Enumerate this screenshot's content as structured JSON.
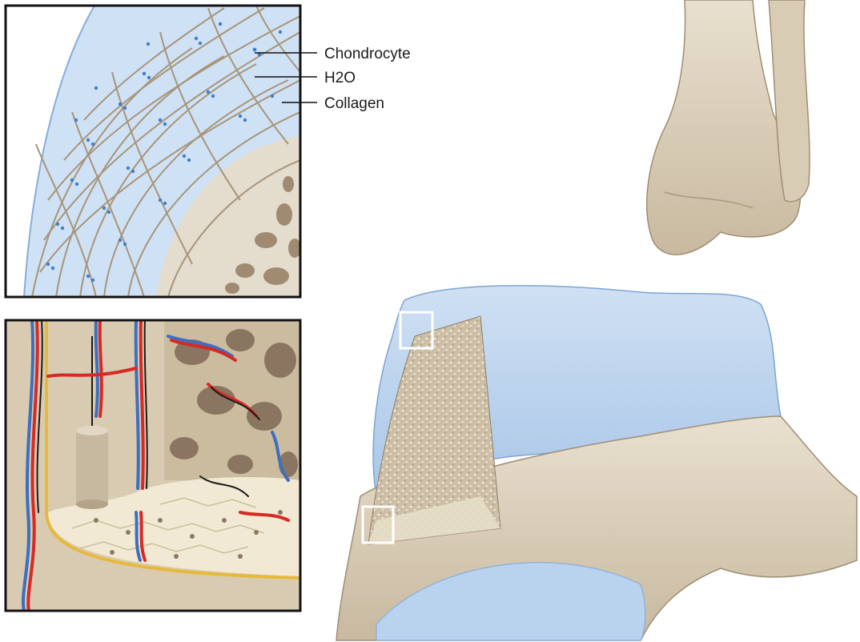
{
  "labels": {
    "chondrocyte": "Chondrocyte",
    "water": "H2O",
    "collagen": "Collagen"
  },
  "colors": {
    "cartilage_blue": "#b9d3ee",
    "bone": "#ddd2bf",
    "bone_shadow": "#b9ab95",
    "vessel_red": "#d62a24",
    "vessel_blue": "#3c6fc0",
    "nerve_black": "#1b1b1b",
    "tidemark_yellow": "#e7b93a",
    "collagen_tan": "#a7957b",
    "chondrocyte_dot": "#3f7fc8"
  },
  "icons": [
    "cartilage-inset",
    "subchondral-inset",
    "ankle-joint",
    "talus",
    "tibia-fibula"
  ]
}
